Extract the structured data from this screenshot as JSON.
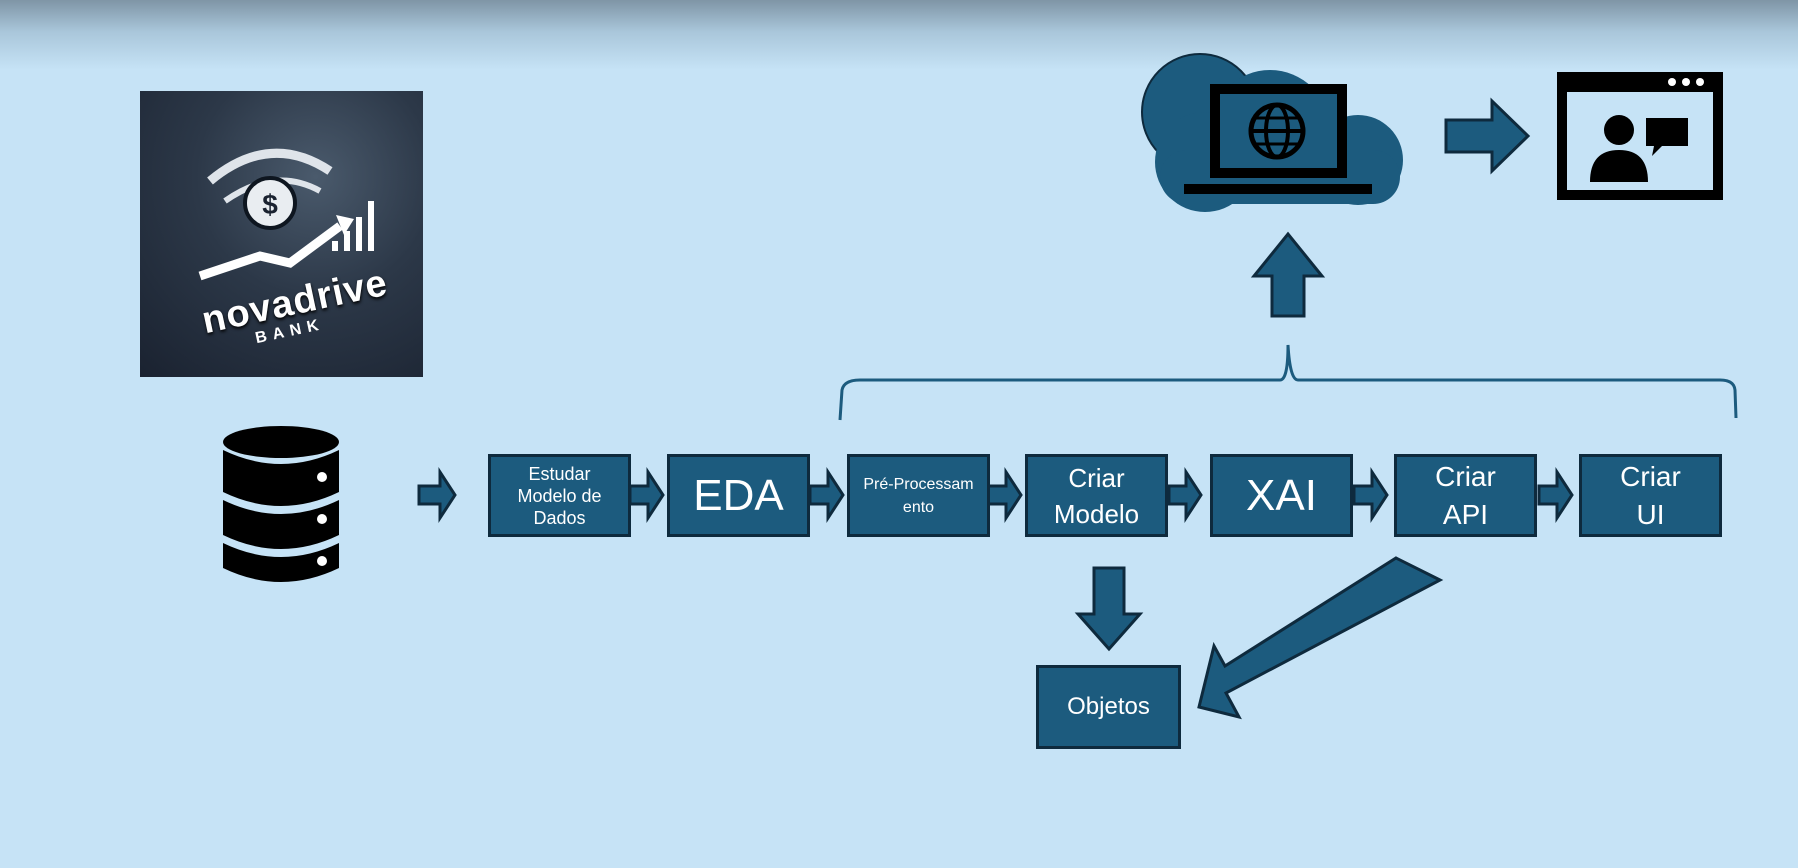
{
  "logo": {
    "name": "novadrive",
    "sub": "BANK"
  },
  "steps": [
    {
      "label": "Estudar Modelo de Dados"
    },
    {
      "label": "EDA"
    },
    {
      "label": "Pré-Processamento"
    },
    {
      "label": "Criar Modelo"
    },
    {
      "label": "XAI"
    },
    {
      "label": "Criar API"
    },
    {
      "label": "Criar UI"
    }
  ],
  "output": {
    "label": "Objetos"
  },
  "colors": {
    "box_fill": "#1c5b7e",
    "box_border": "#0e2a3d",
    "background": "#c6e3f6",
    "icon": "#000000"
  },
  "icons": [
    "database-icon",
    "cloud-laptop-globe-icon",
    "video-call-window-icon"
  ]
}
